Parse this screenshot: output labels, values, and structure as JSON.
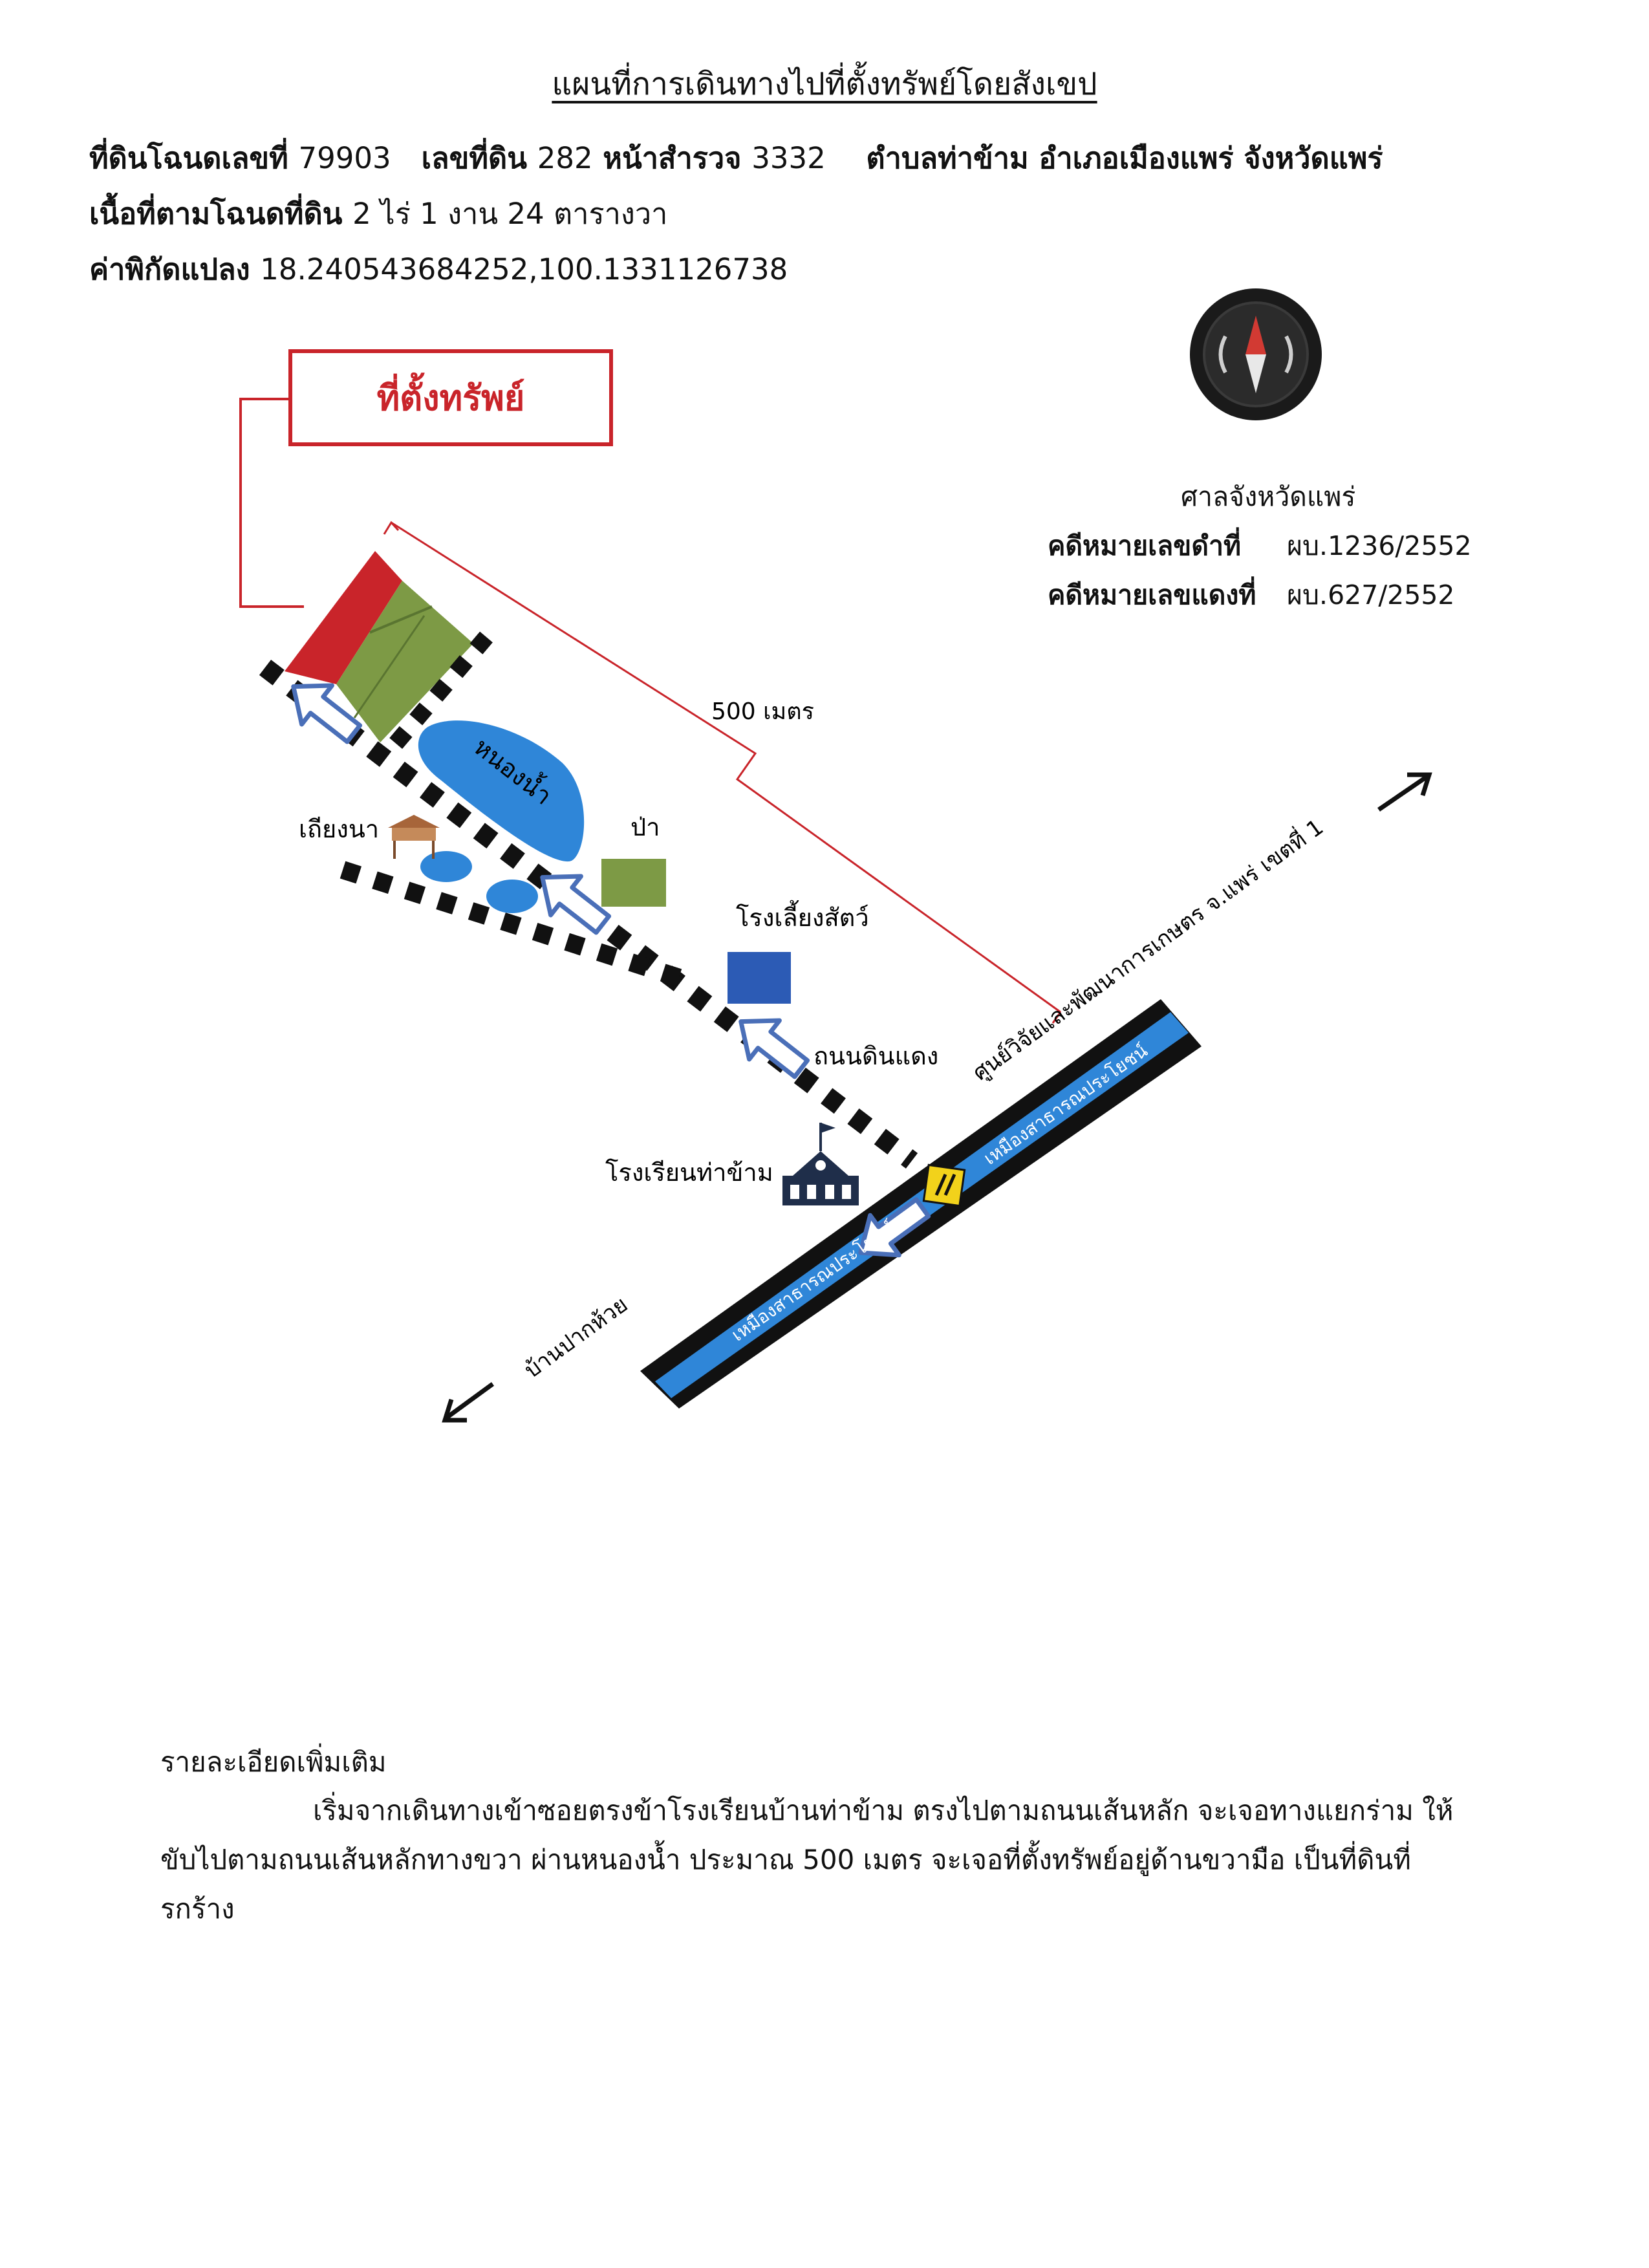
{
  "document": {
    "title": "แผนที่การเดินทางไปที่ตั้งทรัพย์โดยสังเขป",
    "line1_label": "ที่ดินโฉนดเลขที่",
    "line1_deed": "79903",
    "line1_lot_label": "เลขที่ดิน",
    "line1_lot": "282",
    "line1_survey_label": "หน้าสำรวจ",
    "line1_survey": "3332",
    "line1_location": "ตำบลท่าข้าม  อำเภอเมืองแพร่ จังหวัดแพร่",
    "line2_label": "เนื้อที่ตามโฉนดที่ดิน",
    "line2_area": "2 ไร่  1 งาน 24  ตารางวา",
    "line3_label": "ค่าพิกัดแปลง",
    "line3_coords": "18.240543684252,100.1331126738"
  },
  "court": {
    "name": "ศาลจังหวัดแพร่",
    "black_case_label": "คดีหมายเลขดำที่",
    "black_case_no": "ผบ.1236/2552",
    "red_case_label": "คดีหมายเลขแดงที่",
    "red_case_no": "ผบ.627/2552"
  },
  "map": {
    "property_label": "ที่ตั้งทรัพย์",
    "distance_label": "500 เมตร",
    "pond_label": "หนองน้ำ",
    "hut_label": "เถียงนา",
    "forest_label": "ป่า",
    "barn_label": "โรงเลี้ยงสัตว์",
    "dirt_road_label": "ถนนดินแดง",
    "school_label": "โรงเรียนท่าข้าม",
    "main_road_label_a": "เหมืองสาธารณประโยชน์",
    "main_road_label_b": "เหมืองสาธารณประโยชน์",
    "direction_ne": "ศูนย์วิจัยและพัฒนาการเกษตร จ.แพร่ เขตที่ 1",
    "direction_sw": "บ้านปากห้วย",
    "colors": {
      "property_red": "#c9242a",
      "land_green": "#7d9a45",
      "water_blue": "#2f86d8",
      "barn_blue": "#2c5bb5",
      "road_black": "#111111",
      "school_navy": "#1f2e4a",
      "junction_yellow": "#f2d21b"
    },
    "icons": [
      "compass-icon",
      "school-icon",
      "hut-icon",
      "junction-sign-icon",
      "direction-arrow-icon"
    ]
  },
  "notes": {
    "heading": "รายละเอียดเพิ่มเติม",
    "body": "เริ่มจากเดินทางเข้าซอยตรงข้าโรงเรียนบ้านท่าข้าม ตรงไปตามถนนเส้นหลัก จะเจอทางแยกร่าม ให้ขับไปตามถนนเส้นหลักทางขวา ผ่านหนองน้ำ ประมาณ  500 เมตร จะเจอที่ตั้งทรัพย์อยู่ด้านขวามือ เป็นที่ดินที่รกร้าง"
  }
}
